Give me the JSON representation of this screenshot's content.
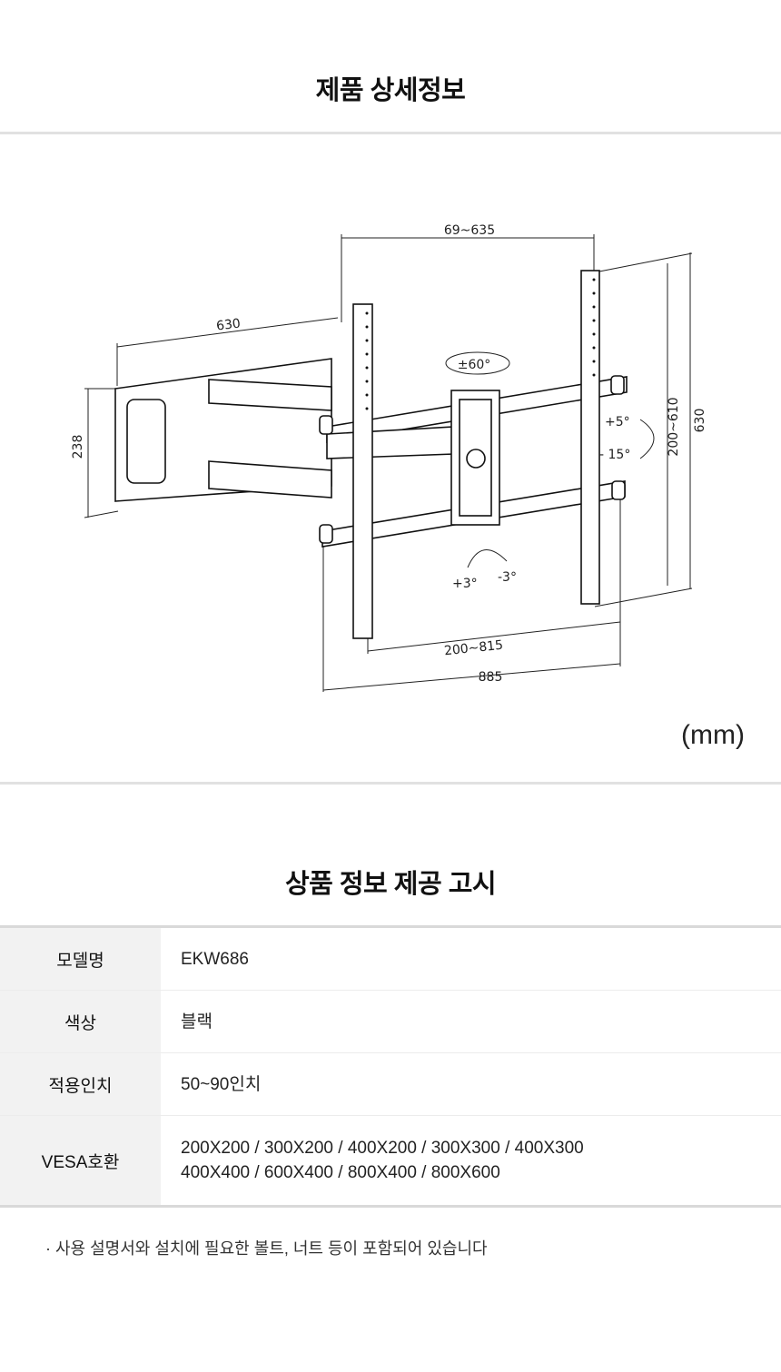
{
  "detail_section": {
    "title": "제품 상세정보",
    "unit": "(mm)"
  },
  "diagram": {
    "dimensions": {
      "arm_extension": "69~635",
      "arm_length": "630",
      "wall_plate_height": "238",
      "rail_spacing": "200~610",
      "rail_length": "630",
      "rail_width_range": "200~815",
      "max_width": "885"
    },
    "angles": {
      "swivel": "±60°",
      "tilt_up": "+5°",
      "tilt_down": "- 15°",
      "level_plus": "+3°",
      "level_minus": "-3°"
    }
  },
  "notice_section": {
    "title": "상품 정보 제공 고시",
    "rows": [
      {
        "label": "모델명",
        "value": "EKW686"
      },
      {
        "label": "색상",
        "value": "블랙"
      },
      {
        "label": "적용인치",
        "value": "50~90인치"
      },
      {
        "label": "VESA호환",
        "value": "200X200 / 300X200 / 400X200 / 300X300 / 400X300",
        "value2": "400X400 / 600X400 / 800X400 / 800X600"
      }
    ],
    "note": "· 사용 설명서와 설치에 필요한 볼트, 너트 등이 포함되어 있습니다"
  }
}
